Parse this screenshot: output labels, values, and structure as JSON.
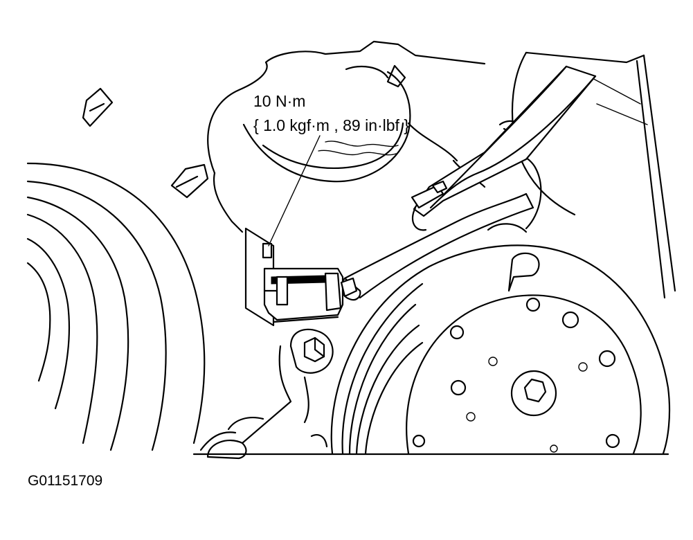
{
  "diagram": {
    "torque_spec": {
      "primary": "10 N·m",
      "secondary": "{ 1.0 kgf·m , 89 in·lbf }"
    },
    "figure_id": "G01151709"
  }
}
